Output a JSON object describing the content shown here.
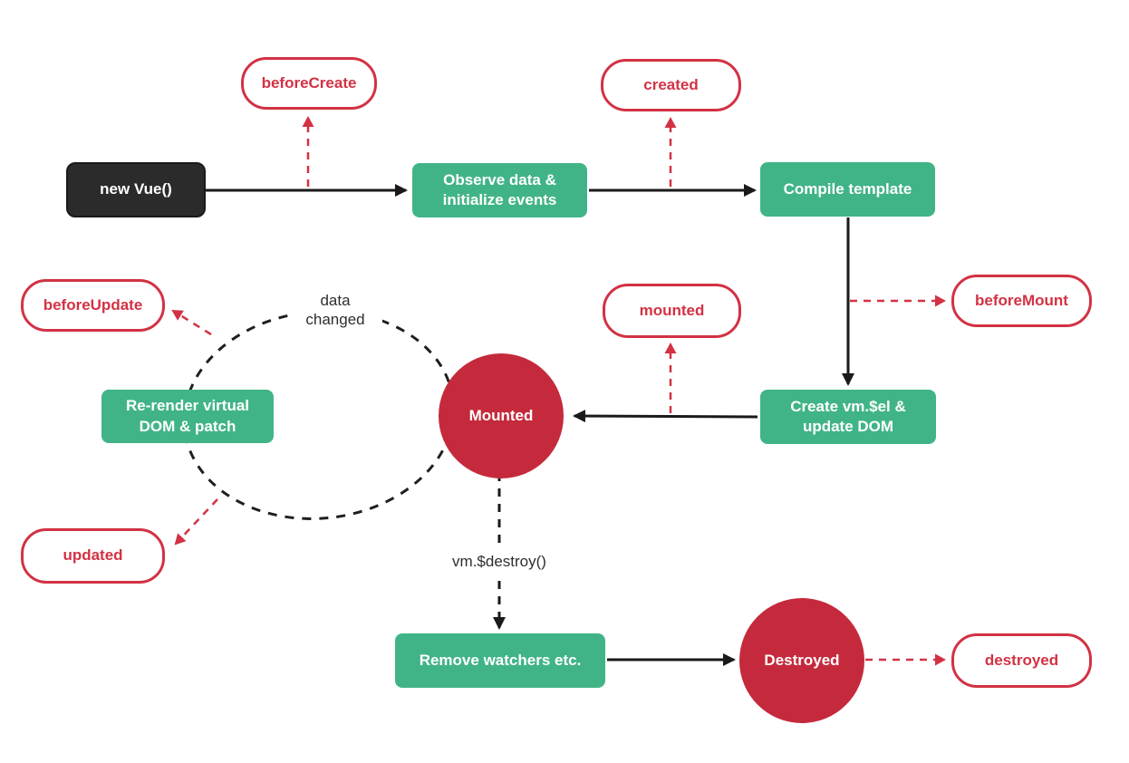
{
  "colors": {
    "node_green": "#41b487",
    "state_red_fill": "#c52a3c",
    "hook_red_accent": "#d23244",
    "root_black": "#2b2b2b",
    "arrow_black": "#1a1a1a",
    "annotation_text": "#2e2e2e",
    "background": "#ffffff"
  },
  "nodes": {
    "new_vue": "new Vue()",
    "observe": "Observe data &\ninitialize events",
    "compile": "Compile template",
    "create_el": "Create vm.$el &\nupdate DOM",
    "rerender": "Re-render virtual\nDOM & patch",
    "remove_watchers": "Remove watchers etc."
  },
  "states": {
    "mounted": "Mounted",
    "destroyed": "Destroyed"
  },
  "hooks": {
    "before_create": "beforeCreate",
    "created": "created",
    "before_mount": "beforeMount",
    "mounted": "mounted",
    "before_update": "beforeUpdate",
    "updated": "updated",
    "destroyed": "destroyed"
  },
  "annotations": {
    "data_changed": "data\nchanged",
    "destroy_call": "vm.$destroy()"
  }
}
